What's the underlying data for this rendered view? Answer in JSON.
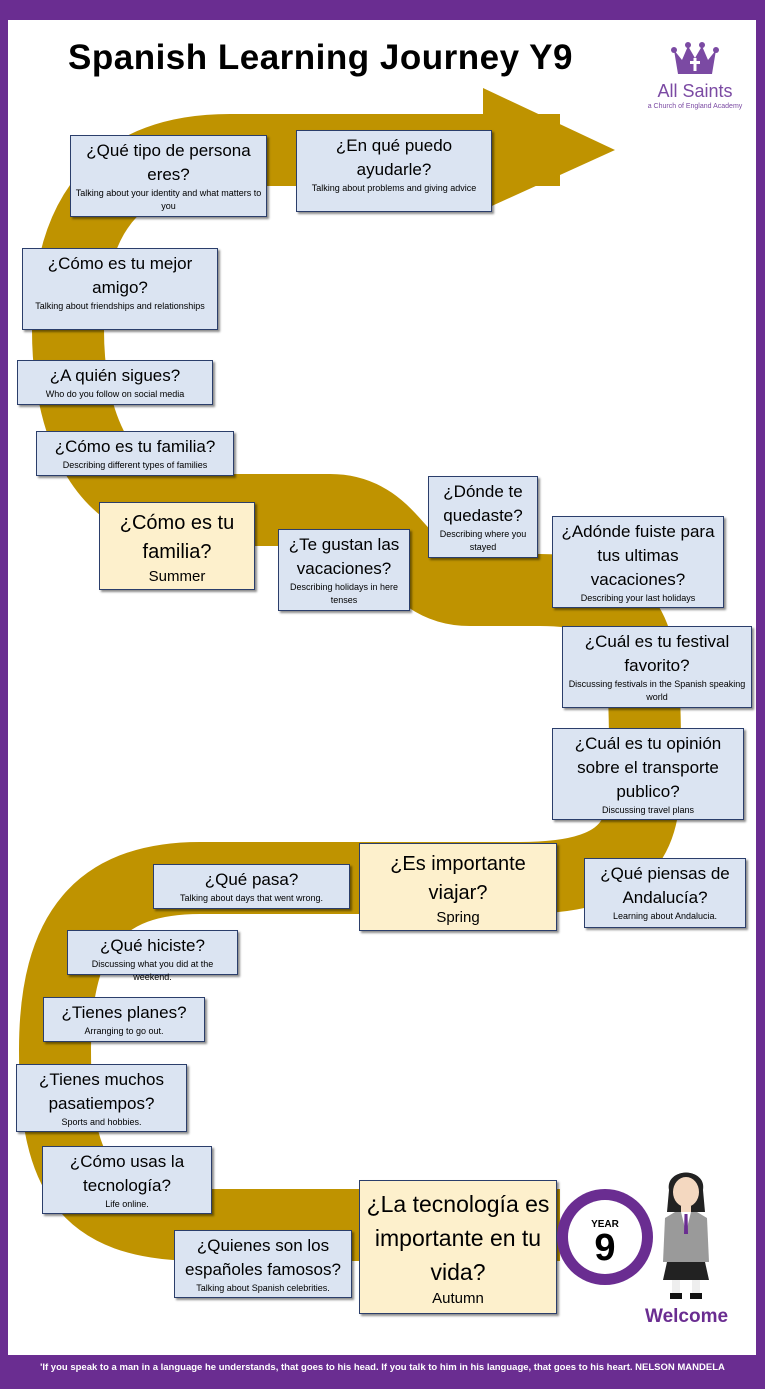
{
  "title": "Spanish Learning Journey Y9",
  "logo": {
    "school": "All Saints",
    "subtitle": "a Church of England Academy",
    "icon": "crown-cross-icon"
  },
  "colors": {
    "border": "#6a2d91",
    "path": "#bf9300",
    "topic_box": "#dbe4f2",
    "term_box": "#fdf0cc"
  },
  "topics": [
    {
      "title": "¿Qué tipo de persona eres?",
      "subtitle": "Talking about your identity and what matters to you"
    },
    {
      "title": "¿En qué puedo ayudarle?",
      "subtitle": "Talking about problems and giving advice"
    },
    {
      "title": "¿Cómo es tu mejor amigo?",
      "subtitle": "Talking about friendships and relationships"
    },
    {
      "title": "¿A quién sigues?",
      "subtitle": "Who do you follow on social media"
    },
    {
      "title": "¿Cómo es tu familia?",
      "subtitle": "Describing different types of families"
    },
    {
      "title": "¿Te gustan las vacaciones?",
      "subtitle": "Describing holidays in here tenses"
    },
    {
      "title": "¿Dónde te quedaste?",
      "subtitle": "Describing where you stayed"
    },
    {
      "title": "¿Adónde fuiste para tus ultimas vacaciones?",
      "subtitle": "Describing your last holidays"
    },
    {
      "title": "¿Cuál es tu festival favorito?",
      "subtitle": "Discussing festivals in the Spanish speaking world"
    },
    {
      "title": "¿Cuál es tu opinión sobre el transporte publico?",
      "subtitle": "Discussing travel plans"
    },
    {
      "title": "¿Qué piensas de Andalucía?",
      "subtitle": "Learning about Andalucia."
    },
    {
      "title": "¿Qué pasa?",
      "subtitle": "Talking about days that went wrong."
    },
    {
      "title": "¿Qué hiciste?",
      "subtitle": "Discussing what you did at the weekend."
    },
    {
      "title": "¿Tienes planes?",
      "subtitle": "Arranging to go out."
    },
    {
      "title": "¿Tienes muchos pasatiempos?",
      "subtitle": "Sports and hobbies."
    },
    {
      "title": "¿Cómo usas la tecnología?",
      "subtitle": "Life online."
    },
    {
      "title": "¿Quienes son los españoles famosos?",
      "subtitle": "Talking about Spanish celebrities."
    }
  ],
  "terms": [
    {
      "title": "¿Cómo es tu familia?",
      "term": "Summer"
    },
    {
      "title": "¿Es importante viajar?",
      "term": "Spring"
    },
    {
      "title": "¿La tecnología es importante en tu vida?",
      "term": "Autumn"
    }
  ],
  "year_badge": {
    "label": "YEAR",
    "number": "9"
  },
  "welcome": "Welcome",
  "quote": "'If you speak to a man in a language he understands, that goes to his head. If you talk to him in his language, that goes to his heart. NELSON MANDELA"
}
